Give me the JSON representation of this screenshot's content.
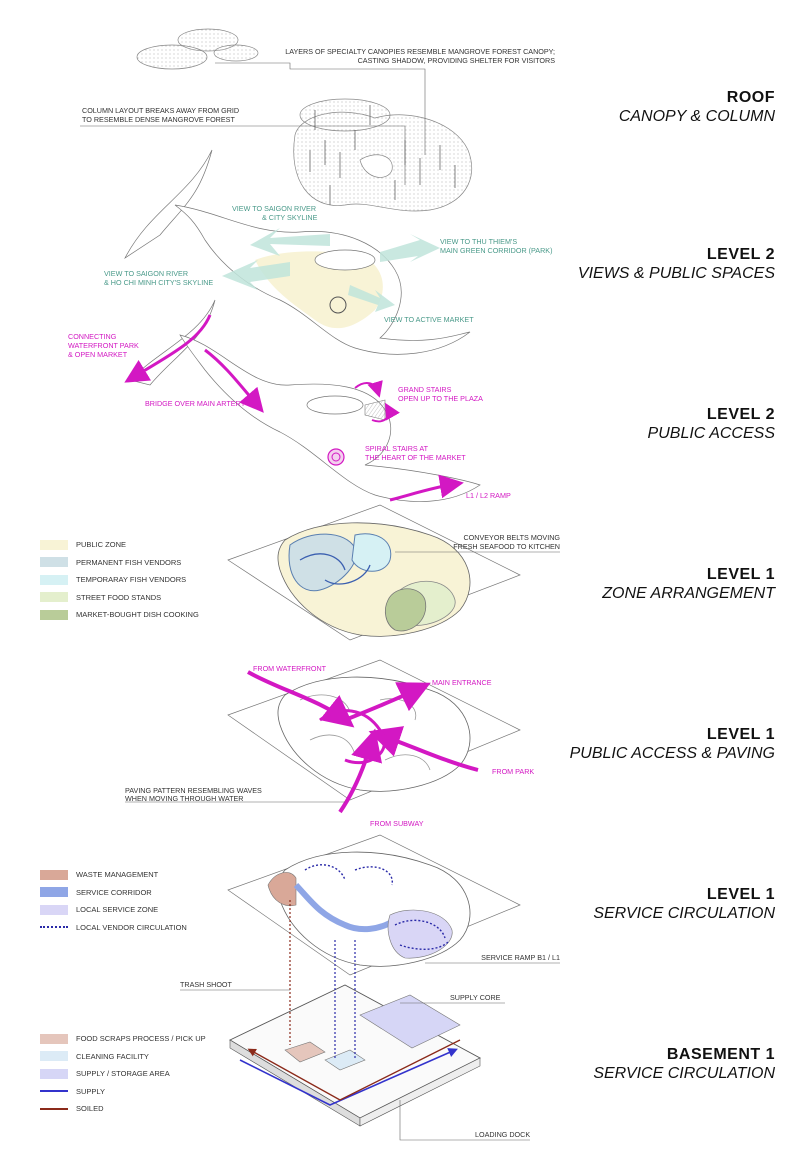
{
  "levels": [
    {
      "title": "ROOF",
      "subtitle": "CANOPY & COLUMN"
    },
    {
      "title": "LEVEL 2",
      "subtitle": "VIEWS & PUBLIC SPACES"
    },
    {
      "title": "LEVEL 2",
      "subtitle": "PUBLIC ACCESS"
    },
    {
      "title": "LEVEL 1",
      "subtitle": "ZONE ARRANGEMENT"
    },
    {
      "title": "LEVEL 1",
      "subtitle": "PUBLIC ACCESS & PAVING"
    },
    {
      "title": "LEVEL 1",
      "subtitle": "SERVICE CIRCULATION"
    },
    {
      "title": "BASEMENT 1",
      "subtitle": "SERVICE CIRCULATION"
    }
  ],
  "roof_notes": {
    "canopy_1": "LAYERS OF SPECIALTY CANOPIES RESEMBLE MANGROVE FOREST CANOPY;",
    "canopy_2": "CASTING SHADOW, PROVIDING SHELTER FOR VISITORS",
    "column_1": "COLUMN LAYOUT BREAKS AWAY FROM GRID",
    "column_2": "TO RESEMBLE DENSE MANGROVE FOREST"
  },
  "views": {
    "saigon_river_1": "VIEW TO SAIGON RIVER",
    "saigon_river_2": "& CITY SKYLINE",
    "thu_thiem_1": "VIEW TO THU THIEM'S",
    "thu_thiem_2": "MAIN GREEN CORRIDOR (PARK)",
    "hcmc_1": "VIEW TO SAIGON RIVER",
    "hcmc_2": "& HO CHI MINH CITY'S SKYLINE",
    "market": "VIEW TO ACTIVE MARKET"
  },
  "access_l2": {
    "connecting_1": "CONNECTING",
    "connecting_2": "WATERFRONT PARK",
    "connecting_3": "& OPEN MARKET",
    "bridge": "BRIDGE OVER MAIN ARTERY",
    "grand_1": "GRAND STAIRS",
    "grand_2": "OPEN UP TO THE PLAZA",
    "spiral_1": "SPIRAL STAIRS AT",
    "spiral_2": "THE HEART OF THE MARKET",
    "ramp": "L1 / L2 RAMP"
  },
  "zones": {
    "legend": [
      {
        "label": "PUBLIC ZONE",
        "color": "#f8f3d6"
      },
      {
        "label": "PERMANENT FISH VENDORS",
        "color": "#cfe0e6"
      },
      {
        "label": "TEMPORARAY FISH VENDORS",
        "color": "#d6f1f4"
      },
      {
        "label": "STREET FOOD STANDS",
        "color": "#e4efcd"
      },
      {
        "label": "MARKET-BOUGHT DISH COOKING",
        "color": "#b9cc99"
      }
    ],
    "conveyor_1": "CONVEYOR BELTS MOVING",
    "conveyor_2": "FRESH SEAFOOD TO KITCHEN"
  },
  "access_l1": {
    "waterfront": "FROM WATERFRONT",
    "entrance": "MAIN ENTRANCE",
    "park": "FROM PARK",
    "subway": "FROM SUBWAY",
    "paving_1": "PAVING PATTERN RESEMBLING WAVES",
    "paving_2": "WHEN MOVING THROUGH WATER"
  },
  "service_l1": {
    "legend": [
      {
        "label": "WASTE MANAGEMENT",
        "color": "#d9a898"
      },
      {
        "label": "SERVICE CORRIDOR",
        "color": "#8fa6e6"
      },
      {
        "label": "LOCAL SERVICE ZONE",
        "color": "#d9d6f6"
      }
    ],
    "vendor_circ": "LOCAL VENDOR CIRCULATION",
    "vendor_color": "#2a2aa8",
    "ramp": "SERVICE RAMP B1 / L1",
    "trash": "TRASH SHOOT",
    "supply_core": "SUPPLY CORE"
  },
  "basement": {
    "legend": [
      {
        "label": "FOOD SCRAPS PROCESS / PICK UP",
        "color": "#e5c6bc"
      },
      {
        "label": "CLEANING FACILITY",
        "color": "#dcebf6"
      },
      {
        "label": "SUPPLY /  STORAGE AREA",
        "color": "#d6d6f6"
      }
    ],
    "supply": "SUPPLY",
    "supply_color": "#3333cc",
    "soiled": "SOILED",
    "soiled_color": "#8b2a1a",
    "loading": "LOADING DOCK"
  },
  "colors": {
    "magenta": "#d318c3",
    "teal_text": "#4a9a8a",
    "line": "#555555"
  }
}
